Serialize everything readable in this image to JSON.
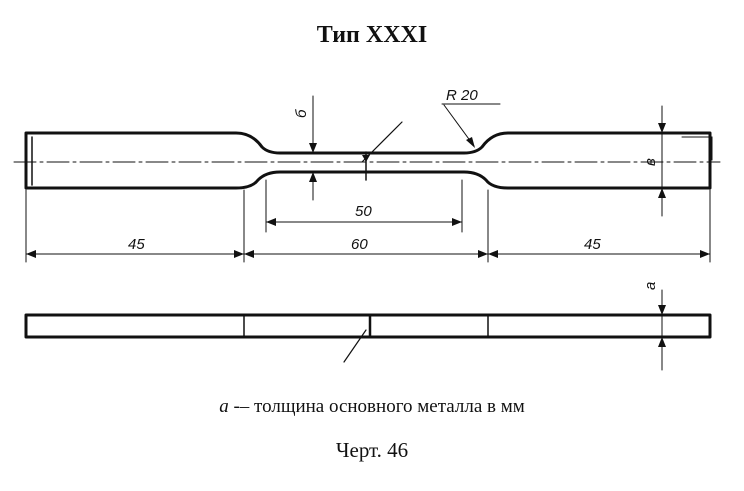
{
  "title": "Тип XXXI",
  "labels": {
    "thickness_b": "б",
    "radius": "R 20",
    "width_v": "в",
    "dim_inner": "50",
    "dim_center": "60",
    "dim_left": "45",
    "dim_right": "45",
    "thickness_a": "а"
  },
  "caption": {
    "symbol": "а",
    "text": " -– толщина основного металла в мм"
  },
  "figure_number": "Черт. 46"
}
